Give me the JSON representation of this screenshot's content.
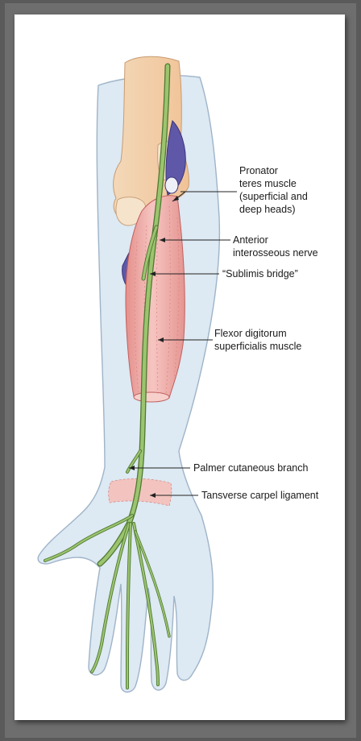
{
  "labels": {
    "pronator": "Pronator\nteres muscle\n(superficial and\ndeep heads)",
    "anterior_nerve": "Anterior\ninterosseous nerve",
    "sublimis": "“Sublimis bridge”",
    "flexor": "Flexor digitorum\nsuperficialis muscle",
    "palmer": "Palmer cutaneous branch",
    "ligament": "Tansverse carpel ligament"
  },
  "colors": {
    "skin": "#dde9f3",
    "skin_outline": "#9fb4c8",
    "bone": "#f4d2ad",
    "bone_light": "#f7e7d2",
    "muscle": "#f1b3ae",
    "muscle_dark": "#d87c7a",
    "nerve": "#9cc46f",
    "nerve_outline": "#4f7a32",
    "pronator": "#5f58a8",
    "ligament": "#f3c4bf"
  }
}
